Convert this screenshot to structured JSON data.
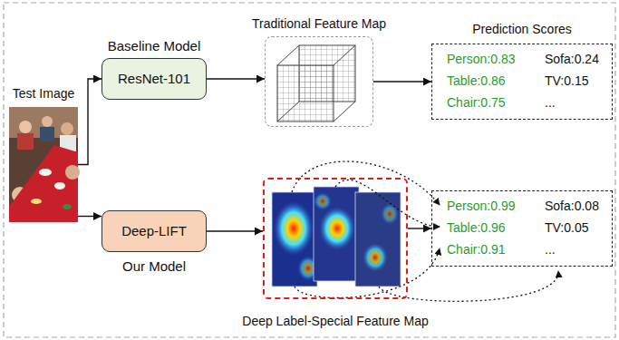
{
  "diagram": {
    "nodes": [
      {
        "text": [
          "Test Image"
        ]
      },
      {
        "text": [
          "Baseline Model",
          "ResNet-101"
        ]
      },
      {
        "text": [
          "Traditional Feature Map"
        ]
      },
      {
        "text": [
          "Prediction Scores",
          "Person:0.83",
          "Sofa:0.24",
          "Table:0.86",
          "TV:0.15",
          "Chair:0.75",
          "..."
        ]
      },
      {
        "text": [
          "Deep-LIFT",
          "Our Model"
        ]
      },
      {
        "text": [
          "Deep Label-Special Feature Map"
        ]
      },
      {
        "text": [
          "Person:0.99",
          "Sofa:0.08",
          "Table:0.96",
          "TV:0.05",
          "Chair:0.91",
          "..."
        ]
      }
    ],
    "edges": [
      {
        "from": 0,
        "to": 1,
        "arrow": "to"
      },
      {
        "from": 0,
        "to": 4,
        "arrow": "to"
      },
      {
        "from": 1,
        "to": 2,
        "arrow": "to"
      },
      {
        "from": 2,
        "to": 3,
        "arrow": "to"
      },
      {
        "from": 4,
        "to": 5,
        "arrow": "to"
      },
      {
        "from": 5,
        "to": 6,
        "arrow": "to"
      }
    ]
  }
}
